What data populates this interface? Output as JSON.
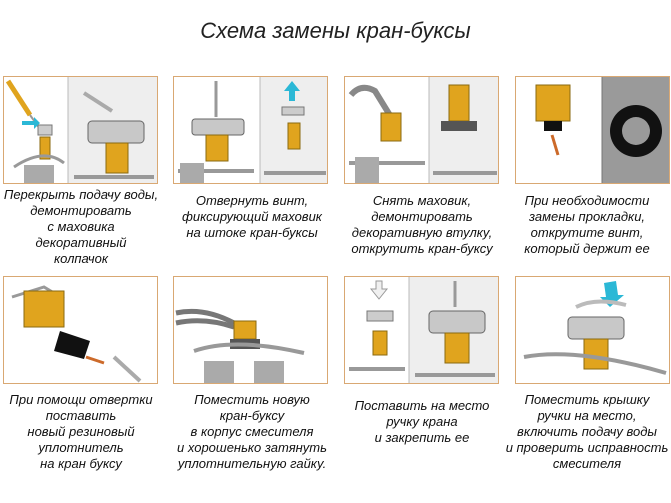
{
  "title": "Схема замены кран-буксы",
  "steps": [
    {
      "lines": [
        "Перекрыть подачу воды,",
        "демонтировать",
        "с маховика",
        "декоративный",
        "колпачок"
      ]
    },
    {
      "lines": [
        "Отвернуть винт,",
        "фиксирующий маховик",
        "на штоке кран-буксы"
      ]
    },
    {
      "lines": [
        "Снять маховик,",
        "демонтировать",
        "декоративную втулку,",
        "открутить кран-буксу"
      ]
    },
    {
      "lines": [
        "При необходимости",
        "замены прокладки,",
        "открутите винт,",
        "который держит ее"
      ]
    },
    {
      "lines": [
        "При помощи отвертки",
        "поставить",
        "новый резиновый",
        "уплотнитель",
        "на кран буксу"
      ]
    },
    {
      "lines": [
        "Поместить новую",
        "кран-буксу",
        "в корпус смесителя",
        "и хорошенько затянуть",
        "уплотнительную гайку."
      ]
    },
    {
      "lines": [
        "Поставить на место",
        "ручку крана",
        "и закрепить ее"
      ]
    },
    {
      "lines": [
        "Поместить крышку",
        "ручки на место,",
        "включить подачу воды",
        "и проверить исправность",
        "смесителя"
      ]
    }
  ],
  "colors": {
    "accent": "#2bb8d6",
    "brass": "#e0a41e",
    "border": "#d9a873"
  }
}
